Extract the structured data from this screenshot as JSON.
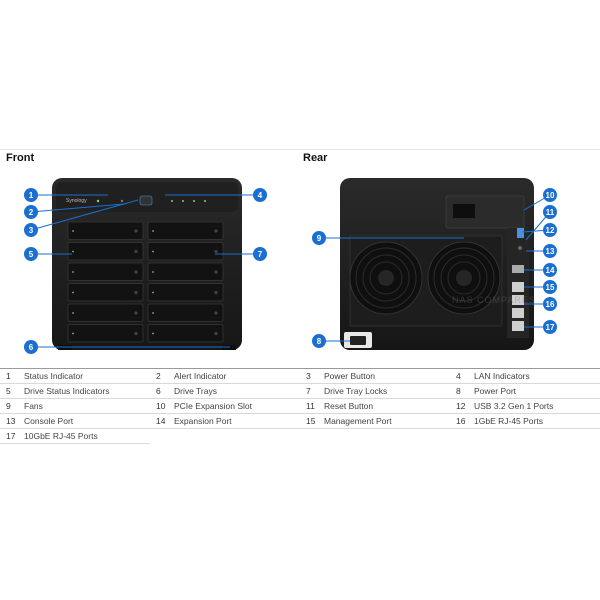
{
  "titles": {
    "front": "Front",
    "rear": "Rear"
  },
  "watermark": "NAS COMPARES",
  "device": {
    "brand": "Synology"
  },
  "colors": {
    "callout": "#1a6fd0",
    "chassis": "#1c1c1c",
    "bay": "#141414"
  },
  "callouts": [
    "1",
    "2",
    "3",
    "4",
    "5",
    "6",
    "7",
    "8",
    "9",
    "10",
    "11",
    "12",
    "13",
    "14",
    "15",
    "16",
    "17"
  ],
  "legend": [
    {
      "n": "1",
      "label": "Status Indicator"
    },
    {
      "n": "2",
      "label": "Alert Indicator"
    },
    {
      "n": "3",
      "label": "Power Button"
    },
    {
      "n": "4",
      "label": "LAN Indicators"
    },
    {
      "n": "5",
      "label": "Drive Status Indicators"
    },
    {
      "n": "6",
      "label": "Drive Trays"
    },
    {
      "n": "7",
      "label": "Drive Tray Locks"
    },
    {
      "n": "8",
      "label": "Power Port"
    },
    {
      "n": "9",
      "label": "Fans"
    },
    {
      "n": "10",
      "label": "PCIe Expansion Slot"
    },
    {
      "n": "11",
      "label": "Reset Button"
    },
    {
      "n": "12",
      "label": "USB 3.2 Gen 1 Ports"
    },
    {
      "n": "13",
      "label": "Console Port"
    },
    {
      "n": "14",
      "label": "Expansion Port"
    },
    {
      "n": "15",
      "label": "Management Port"
    },
    {
      "n": "16",
      "label": "1GbE RJ-45 Ports"
    },
    {
      "n": "17",
      "label": "10GbE RJ-45 Ports"
    }
  ]
}
